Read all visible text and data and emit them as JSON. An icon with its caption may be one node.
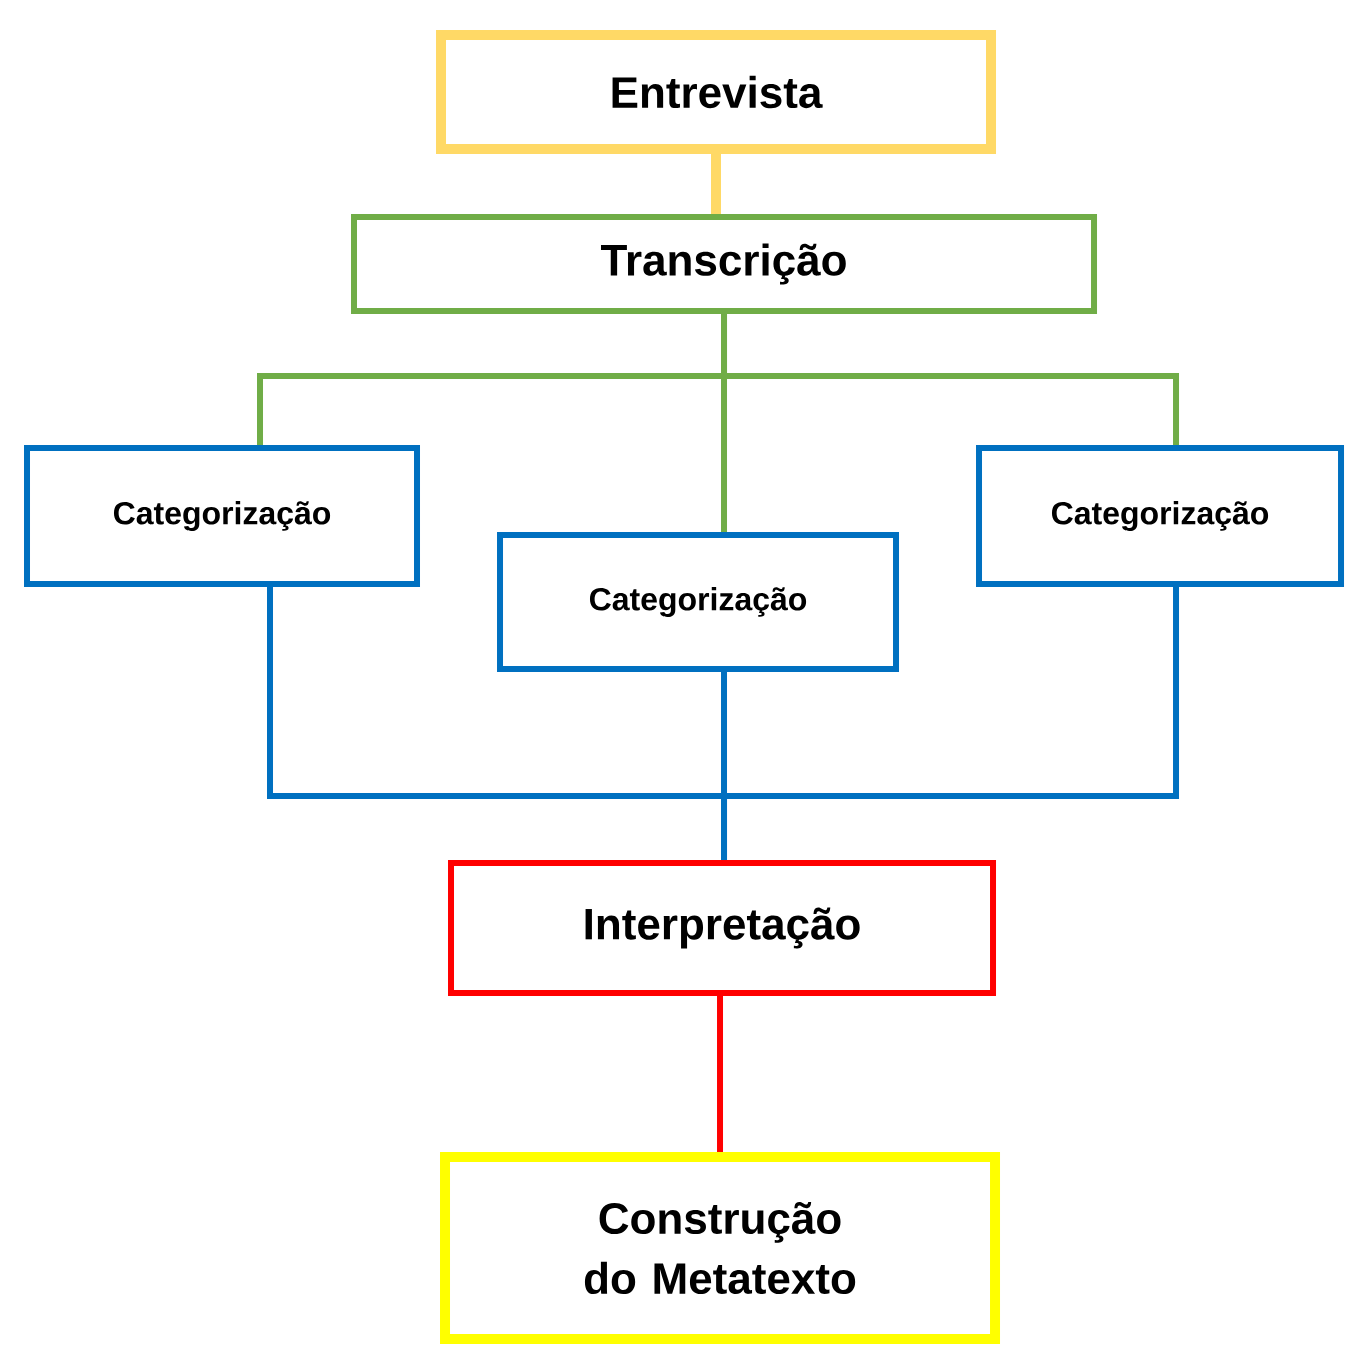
{
  "diagram": {
    "nodes": [
      {
        "text": [
          "Entrevista"
        ]
      },
      {
        "text": [
          "Transcrição"
        ]
      },
      {
        "text": [
          "Categorização"
        ]
      },
      {
        "text": [
          "Categorização"
        ]
      },
      {
        "text": [
          "Categorização"
        ]
      },
      {
        "text": [
          "Interpretação"
        ]
      },
      {
        "text": [
          "Construção do Metatexto"
        ]
      }
    ],
    "edges": [
      {
        "from": 0,
        "to": 1,
        "arrow": "none",
        "color": "#ffd966"
      },
      {
        "from": 1,
        "to": 2,
        "arrow": "none",
        "color": "#70ad47"
      },
      {
        "from": 1,
        "to": 3,
        "arrow": "none",
        "color": "#70ad47"
      },
      {
        "from": 1,
        "to": 4,
        "arrow": "none",
        "color": "#70ad47"
      },
      {
        "from": 2,
        "to": 5,
        "arrow": "none",
        "color": "#0070c0"
      },
      {
        "from": 3,
        "to": 5,
        "arrow": "none",
        "color": "#0070c0"
      },
      {
        "from": 4,
        "to": 5,
        "arrow": "none",
        "color": "#0070c0"
      },
      {
        "from": 5,
        "to": 6,
        "arrow": "none",
        "color": "#ff0000"
      }
    ]
  }
}
